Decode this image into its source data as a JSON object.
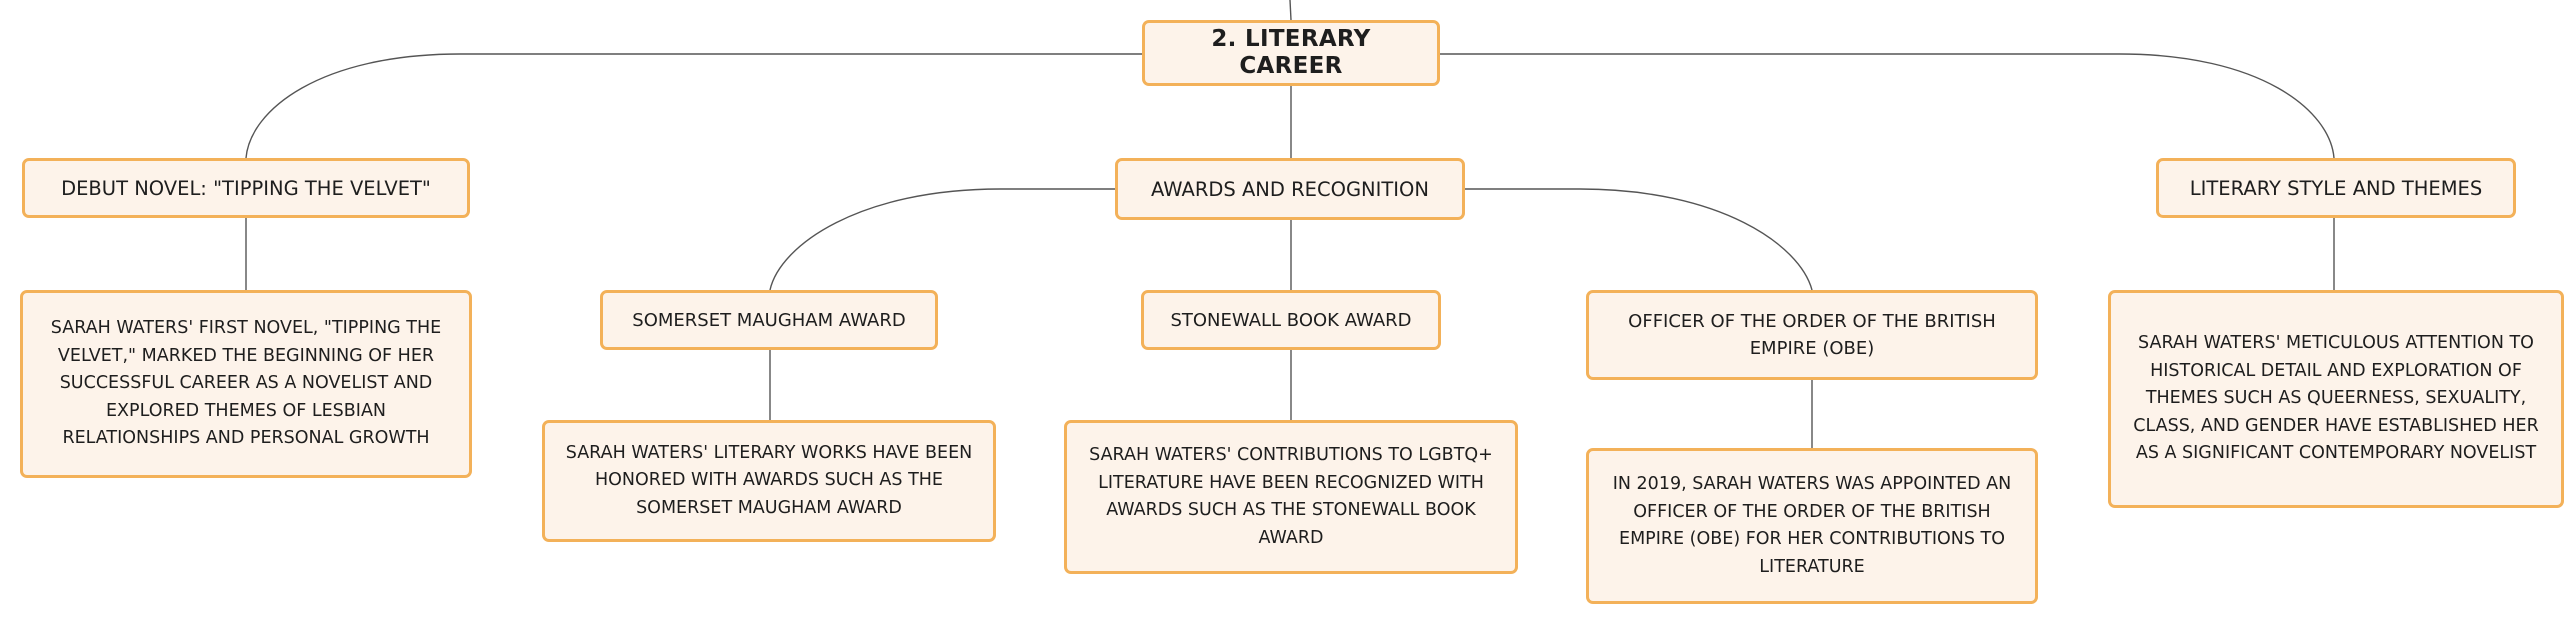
{
  "colors": {
    "border": "#f3b159",
    "fill": "#fdf3ea",
    "line": "#555555",
    "text": "#1e1e1e"
  },
  "root": {
    "label": "2. LITERARY CAREER"
  },
  "branches": {
    "debut": {
      "label": "DEBUT NOVEL: \"TIPPING THE VELVET\"",
      "detail": "SARAH WATERS' FIRST NOVEL, \"TIPPING THE VELVET,\" MARKED THE BEGINNING OF HER SUCCESSFUL CAREER AS A NOVELIST AND EXPLORED THEMES OF LESBIAN RELATIONSHIPS AND PERSONAL GROWTH"
    },
    "awards": {
      "label": "AWARDS AND RECOGNITION",
      "somerset": {
        "label": "SOMERSET MAUGHAM AWARD",
        "detail": "SARAH WATERS' LITERARY WORKS HAVE BEEN HONORED WITH AWARDS SUCH AS THE SOMERSET MAUGHAM AWARD"
      },
      "stonewall": {
        "label": "STONEWALL BOOK AWARD",
        "detail": "SARAH WATERS' CONTRIBUTIONS TO LGBTQ+ LITERATURE HAVE BEEN RECOGNIZED WITH AWARDS SUCH AS THE STONEWALL BOOK AWARD"
      },
      "obe": {
        "label": "OFFICER OF THE ORDER OF THE BRITISH EMPIRE (OBE)",
        "detail": "IN 2019, SARAH WATERS WAS APPOINTED AN OFFICER OF THE ORDER OF THE BRITISH EMPIRE (OBE) FOR HER CONTRIBUTIONS TO LITERATURE"
      }
    },
    "style": {
      "label": "LITERARY STYLE AND THEMES",
      "detail": "SARAH WATERS' METICULOUS ATTENTION TO HISTORICAL DETAIL AND EXPLORATION OF THEMES SUCH AS QUEERNESS, SEXUALITY, CLASS, AND GENDER HAVE ESTABLISHED HER AS A SIGNIFICANT CONTEMPORARY NOVELIST"
    }
  }
}
